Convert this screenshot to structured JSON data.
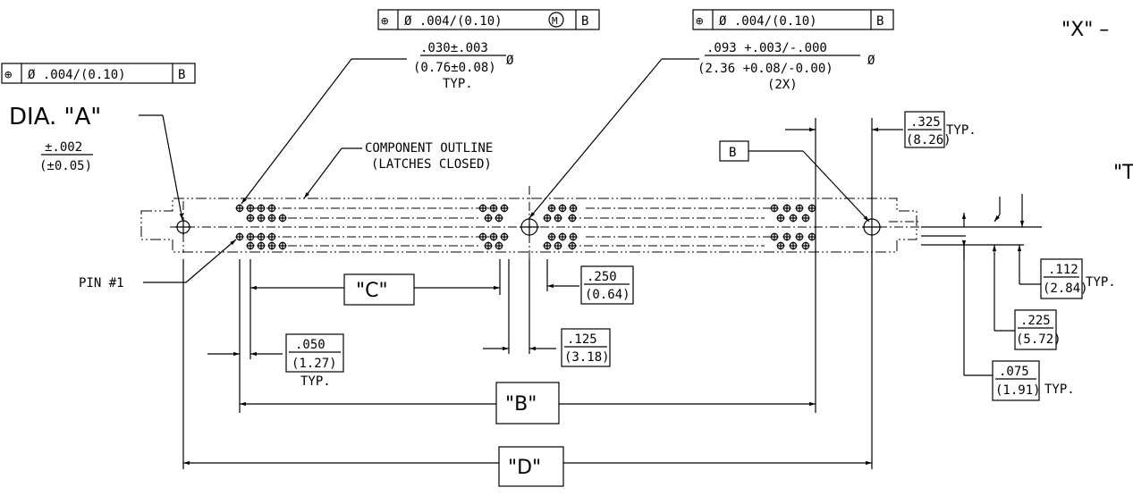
{
  "fcf_left": {
    "sym": "⊕",
    "tol": "Ø .004/(0.10)",
    "datum": "B"
  },
  "fcf_mid": {
    "sym": "⊕",
    "tol": "Ø .004/(0.10)",
    "mod": "M",
    "datum": "B"
  },
  "fcf_right": {
    "sym": "⊕",
    "tol": "Ø .004/(0.10)",
    "datum": "B"
  },
  "dia_a": {
    "label": "DIA. \"A\"",
    "tol_in": "±.002",
    "tol_mm": "(±0.05)"
  },
  "hole_small": {
    "line1": ".030±.003",
    "line2": "(0.76±0.08)",
    "dia_sym": "Ø",
    "note": "TYP."
  },
  "hole_large": {
    "line1": ".093  +.003/-.000",
    "line2": "(2.36  +0.08/-0.00)",
    "dia_sym": "Ø",
    "note": "(2X)"
  },
  "component_outline": {
    "line1": "COMPONENT OUTLINE",
    "line2": "(LATCHES CLOSED)"
  },
  "datum_b": "B",
  "pin1": "PIN #1",
  "dim_325": {
    "in": ".325",
    "mm": "(8.26)",
    "note": "TYP."
  },
  "dim_250": {
    "in": ".250",
    "mm": "(0.64)"
  },
  "dim_125": {
    "in": ".125",
    "mm": "(3.18)"
  },
  "dim_050": {
    "in": ".050",
    "mm": "(1.27)",
    "note": "TYP."
  },
  "dim_112": {
    "in": ".112",
    "mm": "(2.84)",
    "note": "TYP."
  },
  "dim_225": {
    "in": ".225",
    "mm": "(5.72)"
  },
  "dim_075": {
    "in": ".075",
    "mm": "(1.91)",
    "note": "TYP."
  },
  "label_c": "\"C\"",
  "label_b": "\"B\"",
  "label_d": "\"D\"",
  "label_x": "\"X\" –",
  "label_t": "\"T"
}
